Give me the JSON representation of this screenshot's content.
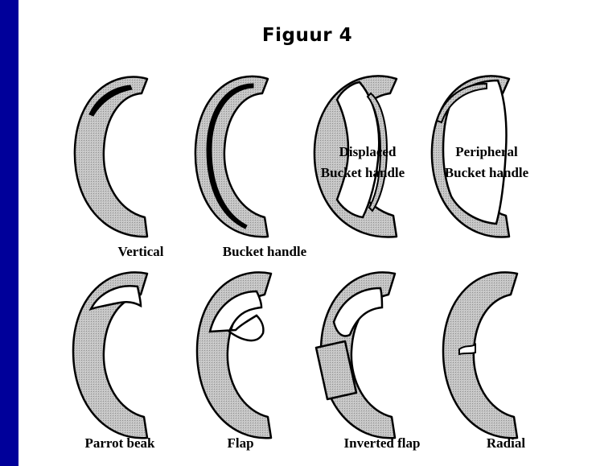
{
  "title": "Figuur 4",
  "tears": [
    {
      "label": "Vertical",
      "lines": []
    },
    {
      "label": "Bucket handle",
      "lines": []
    },
    {
      "label": "",
      "lines": [
        "Displaced",
        "Bucket handle"
      ]
    },
    {
      "label": "",
      "lines": [
        "Peripheral",
        "Bucket handle"
      ]
    },
    {
      "label": "Parrot beak",
      "lines": []
    },
    {
      "label": "Flap",
      "lines": []
    },
    {
      "label": "Inverted flap",
      "lines": []
    },
    {
      "label": "Radial",
      "lines": []
    }
  ],
  "colors": {
    "background": "#00009a",
    "panel": "#ffffff",
    "meniscus": "#bcbcbc",
    "outline": "#000000"
  }
}
